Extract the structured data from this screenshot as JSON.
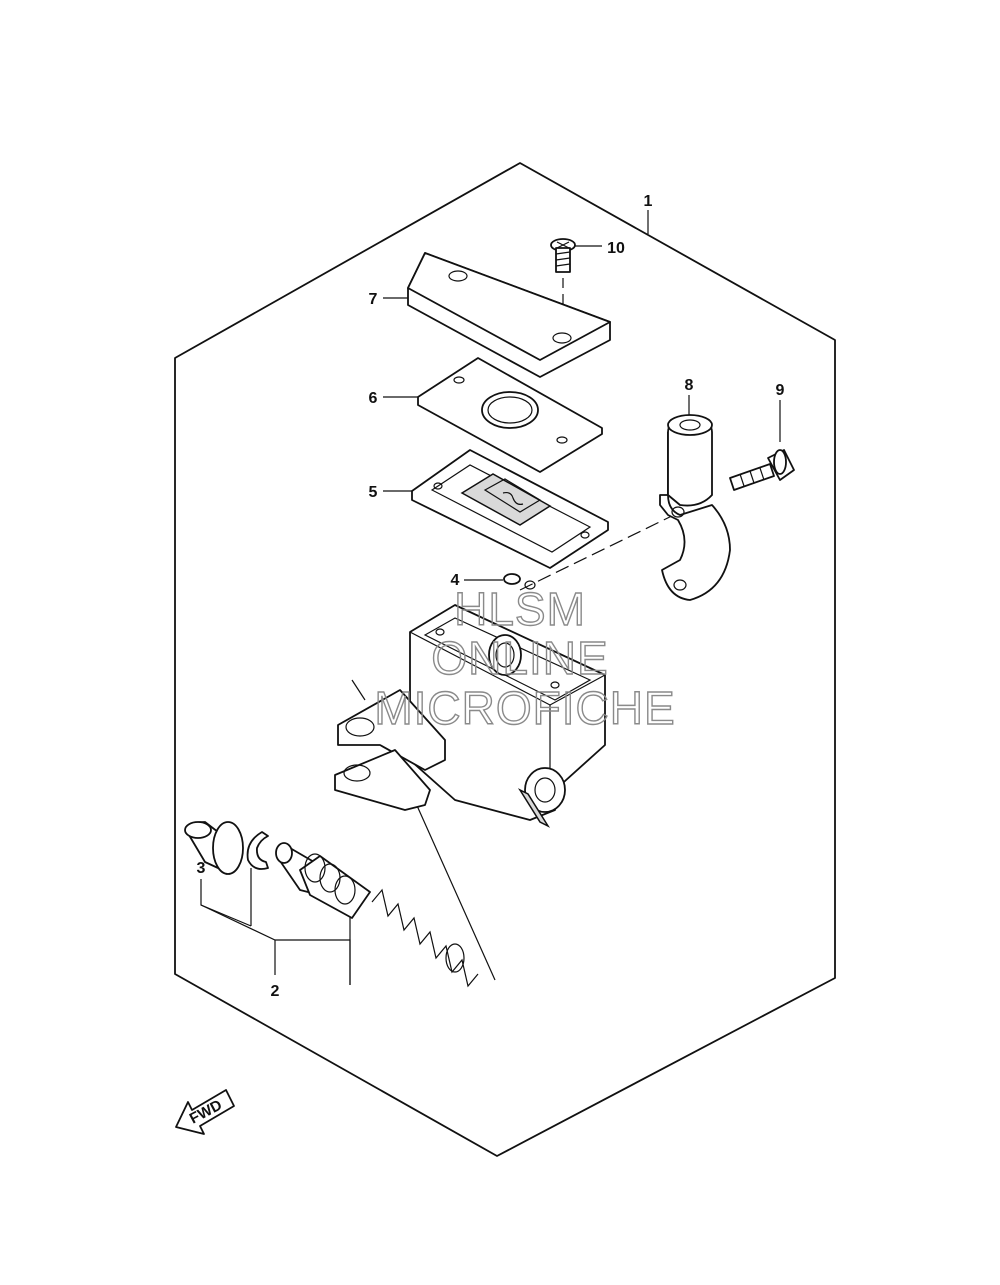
{
  "callouts": {
    "c1": "1",
    "c2": "2",
    "c3": "3",
    "c4": "4",
    "c5": "5",
    "c6": "6",
    "c7": "7",
    "c8": "8",
    "c9": "9",
    "c10": "10"
  },
  "watermark": {
    "line1": "HLSM",
    "line2": "ONLINE",
    "line3": "MICROFICHE"
  },
  "direction_marker": {
    "text": "FWD"
  }
}
